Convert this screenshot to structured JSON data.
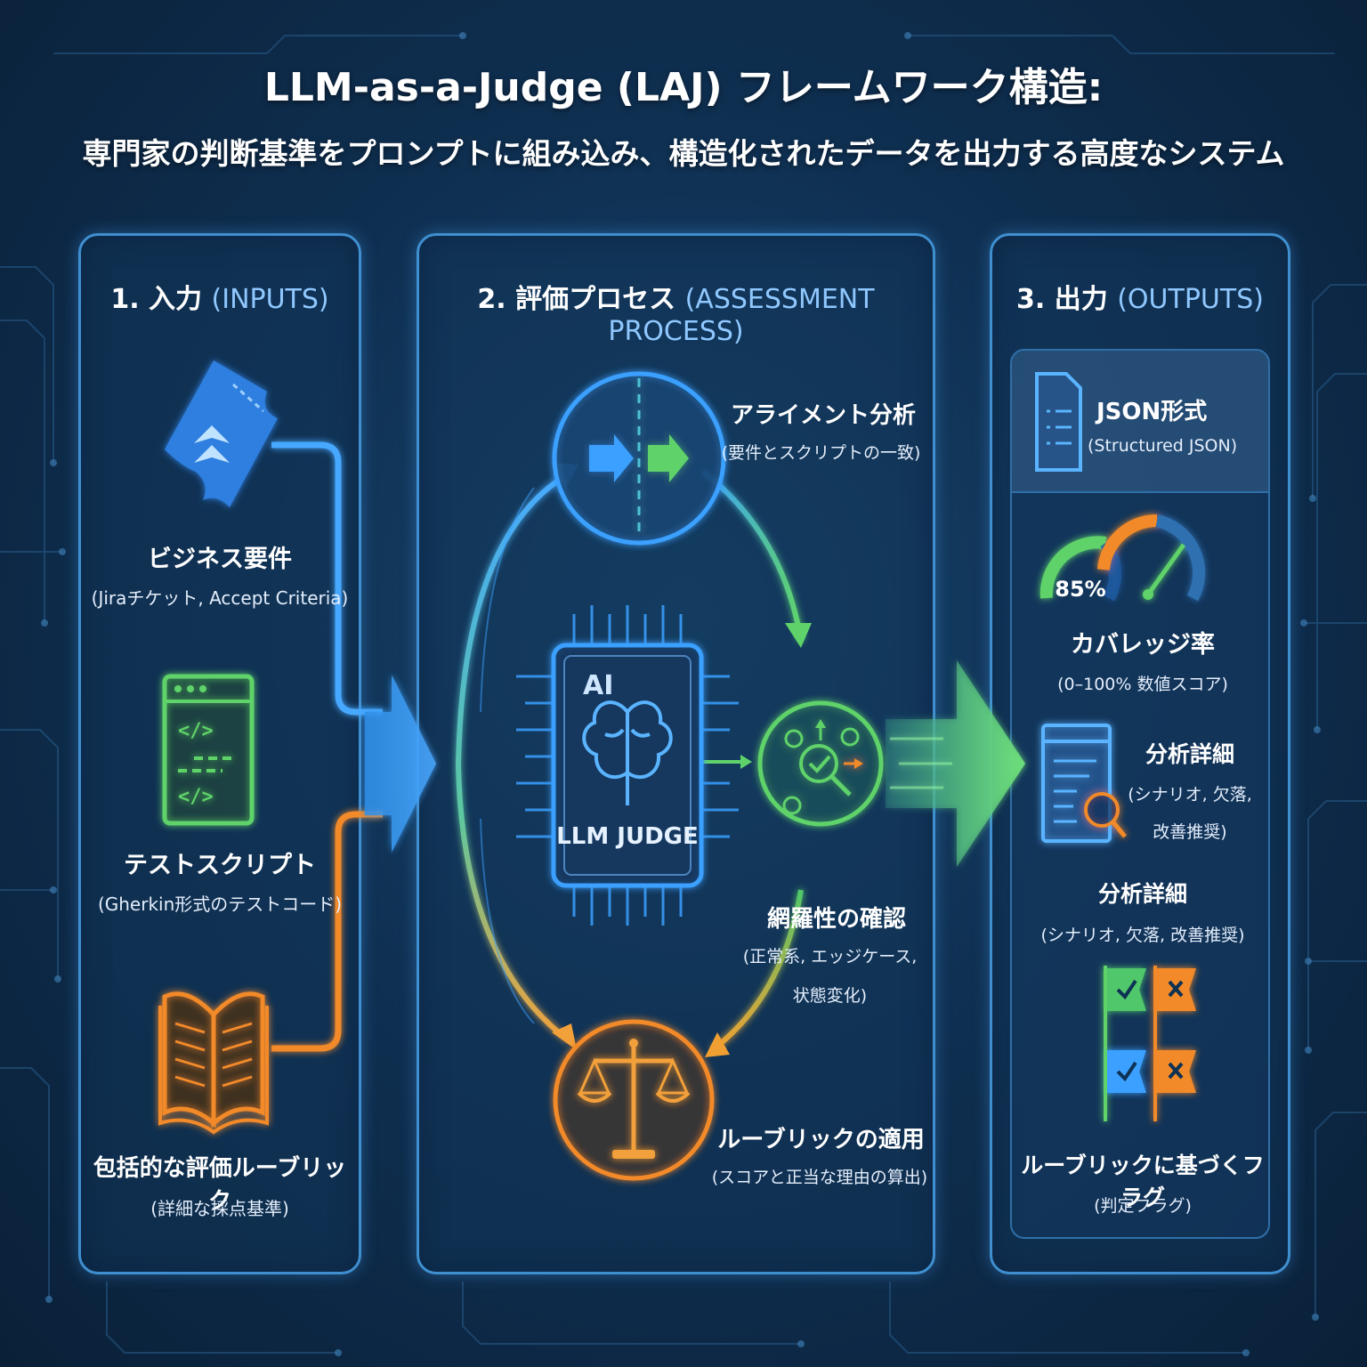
{
  "title": "LLM-as-a-Judge (LAJ) フレームワーク構造:",
  "subtitle": "専門家の判断基準をプロンプトに組み込み、構造化されたデータを出力する高度なシステム",
  "colors": {
    "accent_blue": "#3aa0ff",
    "accent_green": "#5fd36a",
    "accent_orange": "#f28a2a",
    "panel_border": "#3f8fd0",
    "background": "#0f3052"
  },
  "inputs": {
    "heading_num": "1. 入力",
    "heading_en": "(INPUTS)",
    "items": [
      {
        "title": "ビジネス要件",
        "sub": "(Jiraチケット, Accept Criteria)",
        "icon": "jira-ticket-icon"
      },
      {
        "title": "テストスクリプト",
        "sub": "(Gherkin形式のテストコード)",
        "icon": "code-window-icon"
      },
      {
        "title": "包括的な評価ルーブリック",
        "sub": "(詳細な採点基準)",
        "icon": "open-book-icon"
      }
    ]
  },
  "process": {
    "heading_num": "2. 評価プロセス",
    "heading_en": "(ASSESSMENT PROCESS)",
    "chip_ai": "AI",
    "chip_label": "LLM JUDGE",
    "steps": [
      {
        "title": "アライメント分析",
        "sub": "(要件とスクリプトの一致)",
        "icon": "alignment-arrows-icon"
      },
      {
        "title": "網羅性の確認",
        "sub": "(正常系, エッジケース, 状態変化)",
        "sub_lines": [
          "(正常系, エッジケース,",
          "状態変化)"
        ],
        "icon": "coverage-magnifier-icon"
      },
      {
        "title": "ルーブリックの適用",
        "sub": "(スコアと正当な理由の算出)",
        "icon": "balance-scale-icon"
      }
    ]
  },
  "outputs": {
    "heading_num": "3. 出力",
    "heading_en": "(OUTPUTS)",
    "json": {
      "title": "JSON形式",
      "sub": "(Structured JSON)",
      "icon": "json-document-icon"
    },
    "coverage": {
      "value": "85%",
      "fraction": 0.85,
      "title": "カバレッジ率",
      "sub": "(0–100% 数値スコア)",
      "icon": "gauge-icon"
    },
    "detail_1": {
      "title": "分析詳細",
      "sub_lines": [
        "(シナリオ, 欠落,",
        "改善推奨)"
      ],
      "icon": "report-search-icon"
    },
    "detail_2": {
      "title": "分析詳細",
      "sub": "(シナリオ, 欠落, 改善推奨)"
    },
    "flags": {
      "title": "ルーブリックに基づくフラグ",
      "sub": "(判定フラグ)",
      "icon": "check-cross-flags-icon"
    }
  }
}
